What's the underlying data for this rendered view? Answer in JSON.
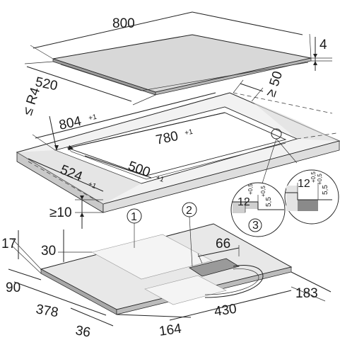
{
  "hob_dimensions": {
    "width": "800",
    "depth": "520",
    "thickness": "4"
  },
  "cutout": {
    "corner_radius": "≤ R4",
    "rebate_width": "804",
    "rebate_width_tol": "+1",
    "cutout_width": "780",
    "cutout_width_tol": "+1",
    "rebate_depth": "524",
    "rebate_depth_tol": "+1",
    "cutout_depth": "500",
    "cutout_depth_tol": "+1",
    "rear_clearance": "≥ 50",
    "front_clearance": "≥10"
  },
  "detail_flush": {
    "rebate": "12",
    "rebate_tol": "+0,5",
    "depth": "5,5",
    "depth_tol": "+0,5",
    "callout": "3"
  },
  "detail_right": {
    "rebate": "12",
    "rebate_tol": "+0,5",
    "depth": "5,5",
    "depth_tol": "+0,5"
  },
  "underside": {
    "callout_1": "1",
    "callout_2": "2",
    "dim_17": "17",
    "dim_30": "30",
    "dim_66": "66",
    "dim_90": "90",
    "dim_378": "378",
    "dim_36": "36",
    "dim_164": "164",
    "dim_430": "430",
    "dim_183": "183"
  },
  "colors": {
    "plate": "#d9d9d9",
    "worktop": "#eeeeee",
    "accent": "#8a8a8a"
  }
}
